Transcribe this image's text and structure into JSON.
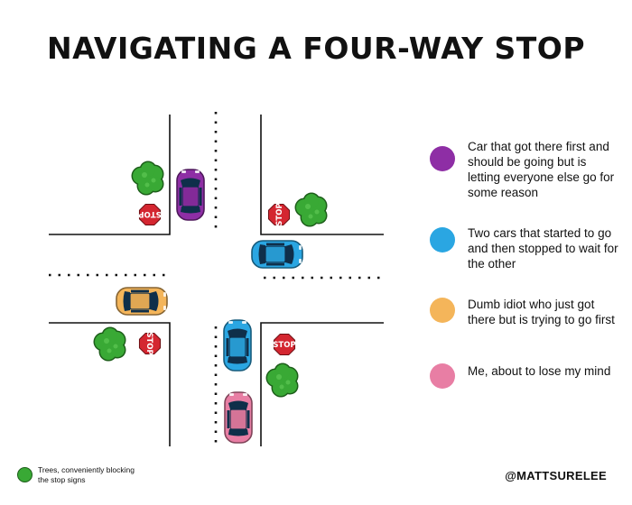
{
  "title": "NAVIGATING A FOUR-WAY STOP",
  "stop_sign_text": "STOP",
  "legend": [
    {
      "color": "#8e2ea5",
      "text": "Car that got there first and should be going but is letting everyone else go for some reason"
    },
    {
      "color": "#2aa6e2",
      "text": "Two cars that started to go and then stopped to wait for the other"
    },
    {
      "color": "#f4b55a",
      "text": "Dumb idiot who just got there but is trying to go first"
    },
    {
      "color": "#e87ea4",
      "text": "Me, about to lose my mind"
    }
  ],
  "tree_legend": {
    "color": "#39a935",
    "text": "Trees, conveniently blocking the stop signs"
  },
  "credit": "@MATTSURELEE",
  "colors": {
    "stop_red": "#d42630",
    "tree_green": "#39a935",
    "car_purple": "#8e2ea5",
    "car_blue": "#2aa6e2",
    "car_orange": "#f4b55a",
    "car_pink": "#e87ea4"
  }
}
